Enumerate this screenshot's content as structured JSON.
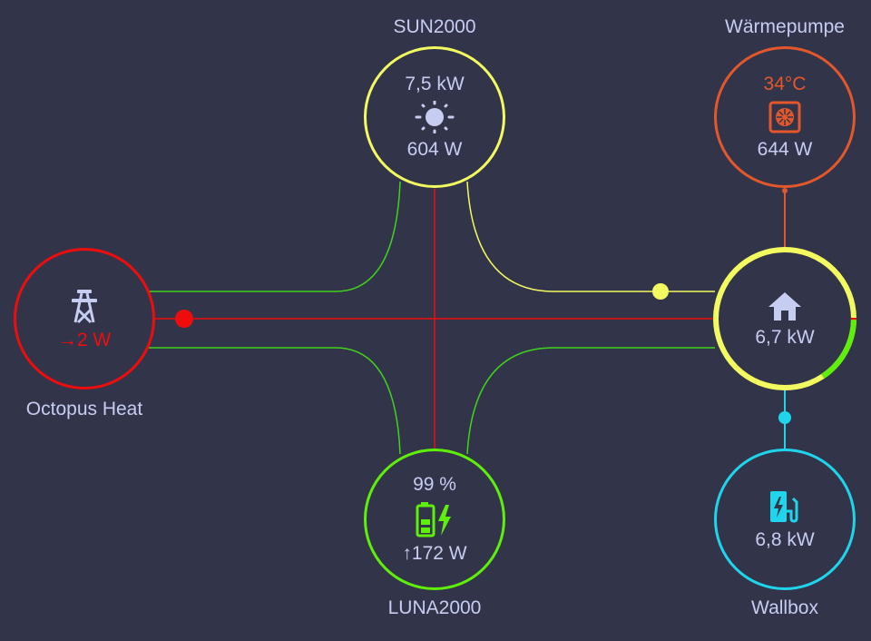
{
  "colors": {
    "background": "#32354a",
    "grid": "#ee0d0d",
    "solar": "#f3fa5f",
    "battery": "#5ef00a",
    "heatpump": "#e4572a",
    "wallbox": "#1fd5ec",
    "green_flow": "#3fd41a",
    "text": "#c6cdf0"
  },
  "solar": {
    "name": "SUN2000",
    "forecast": "7,5 kW",
    "power": "604 W",
    "icon": "sun-icon"
  },
  "heatpump": {
    "name": "Wärmepumpe",
    "temperature": "34°C",
    "power": "644 W",
    "icon": "heat-pump-icon"
  },
  "grid": {
    "name": "Octopus Heat",
    "arrow": "→",
    "power": "2 W",
    "icon": "transmission-tower-icon"
  },
  "home": {
    "power": "6,7 kW",
    "icon": "home-icon",
    "ring_share": {
      "solar": 0.84,
      "battery": 0.155,
      "grid": 0.005
    }
  },
  "battery": {
    "name": "LUNA2000",
    "soc": "99 %",
    "arrow": "↑",
    "power": "172 W",
    "icon": "battery-charging-icon"
  },
  "wallbox": {
    "name": "Wallbox",
    "power": "6,8 kW",
    "icon": "ev-station-icon"
  }
}
